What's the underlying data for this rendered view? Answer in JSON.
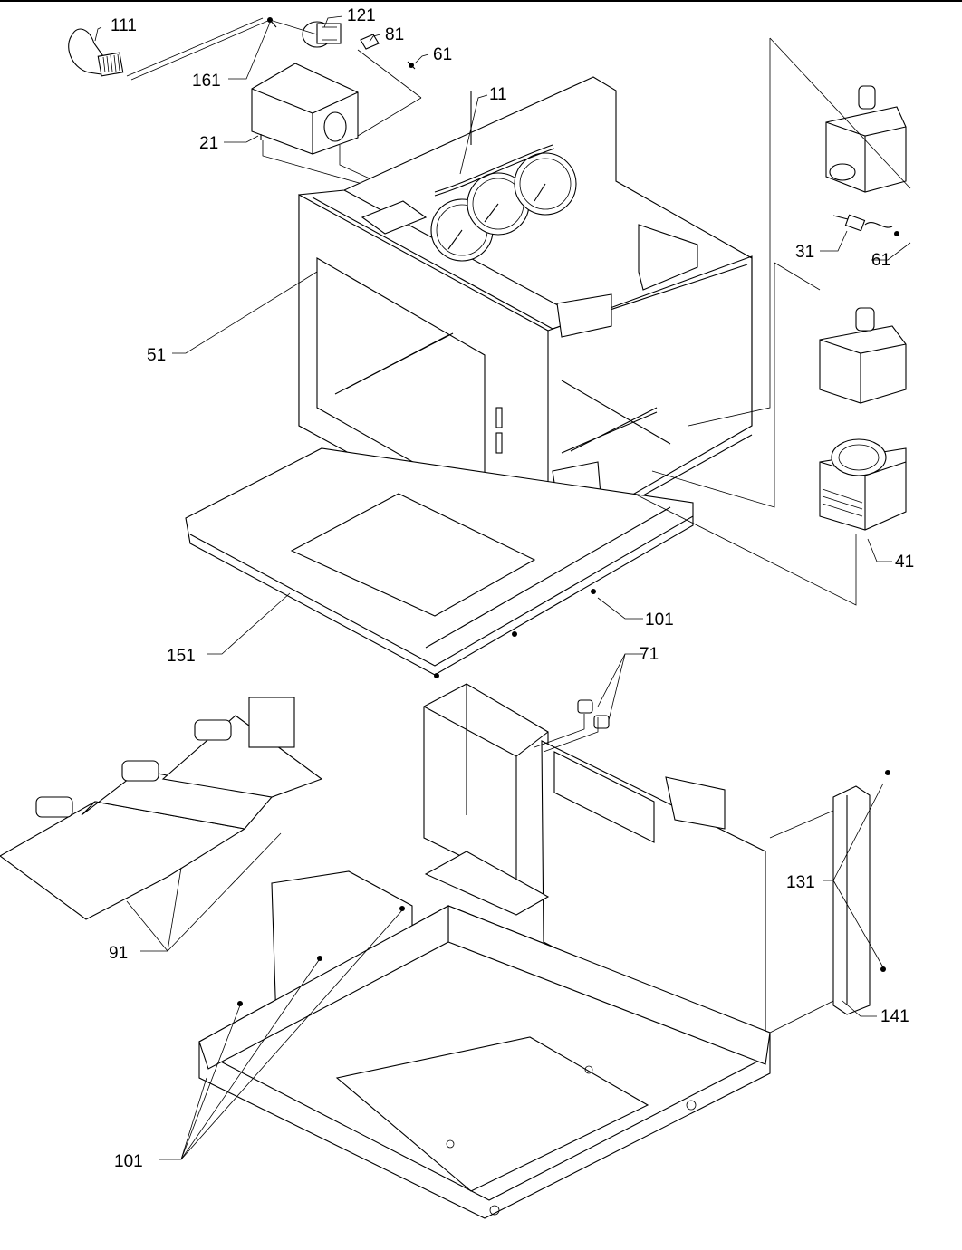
{
  "diagram": {
    "part_labels": {
      "p111": "111",
      "p121": "121",
      "p81": "81",
      "p61a": "61",
      "p161": "161",
      "p21": "21",
      "p11": "11",
      "p31": "31",
      "p61b": "61",
      "p51": "51",
      "p41": "41",
      "p101a": "101",
      "p151": "151",
      "p71": "71",
      "p131": "131",
      "p91": "91",
      "p141": "141",
      "p101b": "101"
    }
  }
}
